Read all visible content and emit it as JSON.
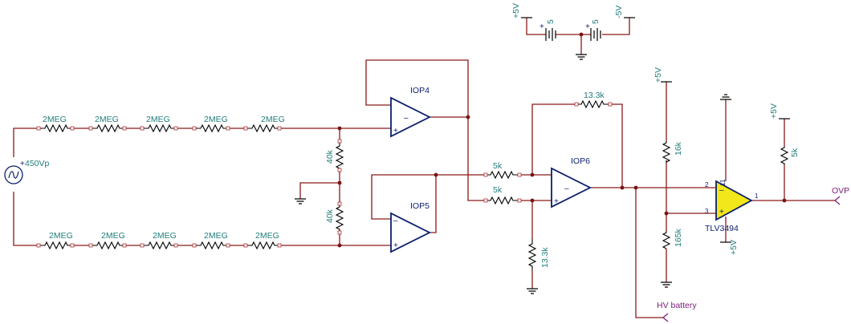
{
  "source": {
    "label": "450Vp",
    "polarity": "+"
  },
  "resistors": {
    "top_chain": [
      "2MEG",
      "2MEG",
      "2MEG",
      "2MEG",
      "2MEG"
    ],
    "bottom_chain": [
      "2MEG",
      "2MEG",
      "2MEG",
      "2MEG",
      "2MEG"
    ],
    "divider_upper": "40k",
    "divider_lower": "40k",
    "iop6_in_top": "5k",
    "iop6_in_bottom": "5k",
    "iop6_feedback": "13.3k",
    "iop6_ground": "13.3k",
    "ref_upper": "16k",
    "ref_lower": "165k",
    "pullup": "5k"
  },
  "batteries": {
    "left_value": "5",
    "right_value": "5"
  },
  "opamps": {
    "iop4": {
      "name": "IOP4",
      "minus": "–",
      "plus": "+"
    },
    "iop5": {
      "name": "IOP5",
      "minus": "–",
      "plus": "+"
    },
    "iop6": {
      "name": "IOP6",
      "minus": "–",
      "plus": "+"
    },
    "comparator": {
      "name": "TLV3494",
      "minus": "–",
      "plus": "+",
      "pin_in_minus": "2",
      "pin_in_plus": "3",
      "pin_out": "1",
      "pin_v": "11"
    }
  },
  "supplies": {
    "battery_pos": "+5V",
    "battery_neg": "-5V",
    "ref_top": "+5V",
    "pullup": "+5V",
    "comparator_bottom": "+5V"
  },
  "ports": {
    "output": "OVP",
    "tap": "HV battery"
  },
  "colors": {
    "wire": "#8b1a1a",
    "opamp": "#0b1f6e",
    "label": "#1f7d7a",
    "comparator_fill": "#f2e71a",
    "port": "#7a1b7a"
  }
}
